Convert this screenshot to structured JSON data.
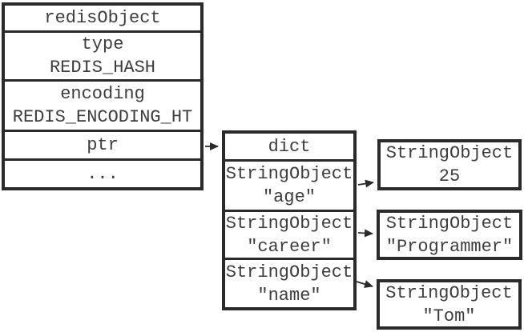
{
  "redis_object_box": {
    "header": "redisObject",
    "type_label": "type",
    "type_value": "REDIS_HASH",
    "encoding_label": "encoding",
    "encoding_value": "REDIS_ENCODING_HT",
    "ptr_label": "ptr",
    "more_label": "..."
  },
  "dict_box": {
    "header": "dict",
    "keys": [
      {
        "type": "StringObject",
        "value": "\"age\""
      },
      {
        "type": "StringObject",
        "value": "\"career\""
      },
      {
        "type": "StringObject",
        "value": "\"name\""
      }
    ]
  },
  "value_boxes": [
    {
      "type": "StringObject",
      "value": "25"
    },
    {
      "type": "StringObject",
      "value": "\"Programmer\""
    },
    {
      "type": "StringObject",
      "value": "\"Tom\""
    }
  ],
  "colors": {
    "border": "#2a2a2a",
    "text": "#3d3d3d",
    "background": "#ffffff"
  }
}
